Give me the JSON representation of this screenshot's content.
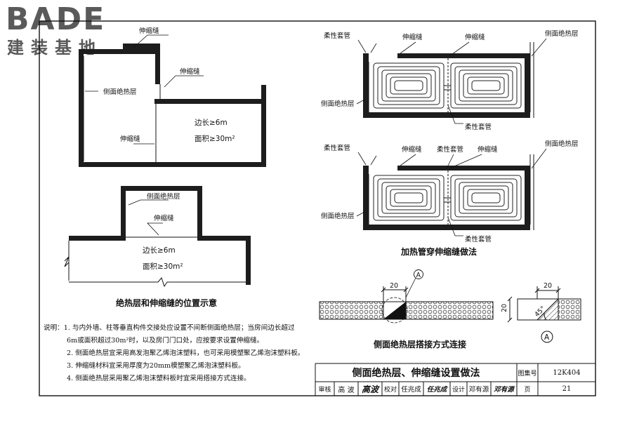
{
  "brand": {
    "logo_text": "BADE",
    "logo_subtitle": "建装基地"
  },
  "drawing": {
    "labels": {
      "expansion_joint": "伸缩缝",
      "side_insulation": "侧面绝热层",
      "flexible_sleeve": "柔性套管",
      "side_length": "边长≥6m",
      "area": "面积≥30m²"
    },
    "captions": {
      "position_diagram": "绝热层和伸缩缝的位置示意",
      "pipe_through_joint": "加热管穿伸缩缝做法",
      "lap_joint": "侧面绝热层搭接方式连接"
    },
    "detail": {
      "dim_width": "20",
      "dim_height": "20",
      "angle": "45°",
      "ref_mark": "A"
    }
  },
  "notes": {
    "heading": "说明：",
    "items": [
      "1. 与内外墙、柱等垂直构件交接处应设置不间断侧面绝热层；当房间边长超过",
      "6m或面积超过30m²时，以及房门门口处，应按要求设置伸缩缝。",
      "2. 侧面绝热层宜采用高发泡聚乙烯泡沫塑料，也可采用模塑聚乙烯泡沫塑料板。",
      "3. 伸缩缝材料宜采用厚度为20mm模塑聚乙烯泡沫塑料板。",
      "4. 侧面绝热层采用聚乙烯泡沫塑料板时宜采用搭接方式连接。"
    ]
  },
  "title_block": {
    "title": "侧面绝热层、伸缩缝设置做法",
    "atlas_label": "图集号",
    "atlas_no": "12K404",
    "page_label": "页",
    "page_no": "21",
    "review_label": "审核",
    "reviewer": "高 波",
    "check_label": "校对",
    "checker": "任兆成",
    "design_label": "设计",
    "designer": "邓有源",
    "sig_reviewer": "高波",
    "sig_checker": "任兆成",
    "sig_designer": "邓有源"
  }
}
